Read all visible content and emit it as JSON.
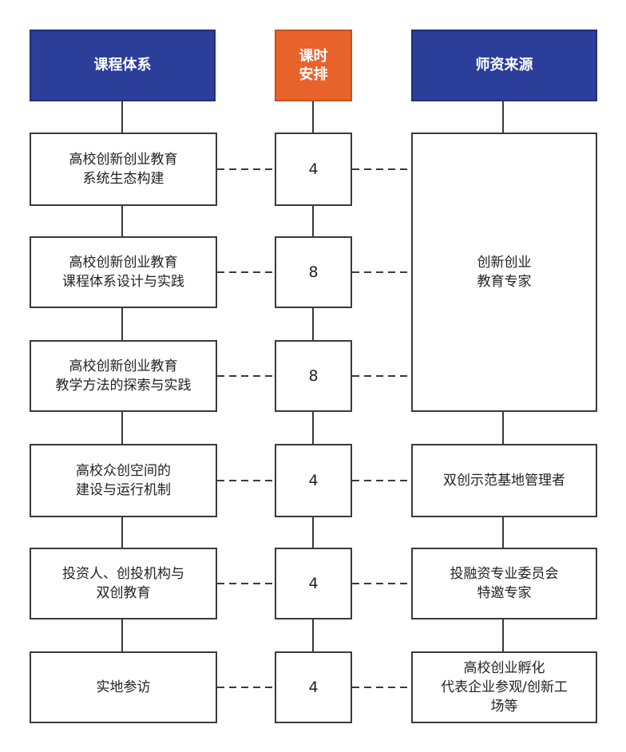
{
  "headers": {
    "course": "课程体系",
    "hours_line1": "课时",
    "hours_line2": "安排",
    "faculty": "师资来源"
  },
  "rows": [
    {
      "course": [
        "高校创新创业教育",
        "系统生态构建"
      ],
      "hours": "4"
    },
    {
      "course": [
        "高校创新创业教育",
        "课程体系设计与实践"
      ],
      "hours": "8"
    },
    {
      "course": [
        "高校创新创业教育",
        "教学方法的探索与实践"
      ],
      "hours": "8"
    },
    {
      "course": [
        "高校众创空间的",
        "建设与运行机制"
      ],
      "hours": "4"
    },
    {
      "course": [
        "投资人、创投机构与",
        "双创教育"
      ],
      "hours": "4"
    },
    {
      "course": [
        "实地参访"
      ],
      "hours": "4"
    }
  ],
  "faculty": [
    [
      "创新创业",
      "教育专家"
    ],
    [
      "双创示范基地管理者"
    ],
    [
      "投融资专业委员会",
      "特邀专家"
    ],
    [
      "高校创业孵化",
      "代表企业参观/创新工",
      "场等"
    ]
  ],
  "colors": {
    "header_blue": "#2b3f9a",
    "header_orange": "#e8622c",
    "line": "#3a3a3a"
  }
}
